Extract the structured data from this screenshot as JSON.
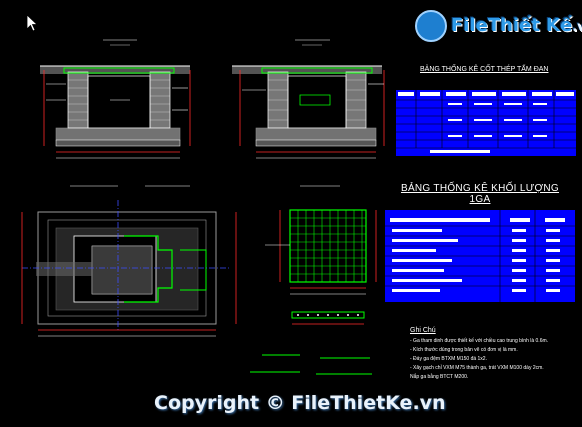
{
  "watermark": {
    "brand_main": "File",
    "brand_accent": "Thiết Kế",
    "brand_tld": ".vn",
    "copyright": "Copyright © FileThietKe.vn"
  },
  "drawing": {
    "table_steel_title": "BẢNG THỐNG KÊ CỐT THÉP TẤM ĐAN",
    "table_mass_title": "BẢNG THỐNG KÊ KHỐI LƯỢNG 1GA",
    "notes_title": "Ghi Chú",
    "notes": [
      "- Ga tham dinh được thiết kế với chiều cao trung bình là 0.6m.",
      "- Kích thước dùng trong bản vẽ có đơn vị là mm.",
      "- Đáy ga đệm BTXM M150 đá 1x2.",
      "- Xây gạch chỉ VXM M75 thành ga, trát VXM M100 dày 2cm.",
      "  Nắp ga bằng BTCT M200."
    ]
  },
  "colors": {
    "background": "#000000",
    "line_white": "#ffffff",
    "line_green": "#00ff00",
    "line_red": "#ff2a2a",
    "line_blue": "#3d4dff",
    "hatch_gray": "#9a9a9a",
    "table_blue": "#0000ff"
  }
}
